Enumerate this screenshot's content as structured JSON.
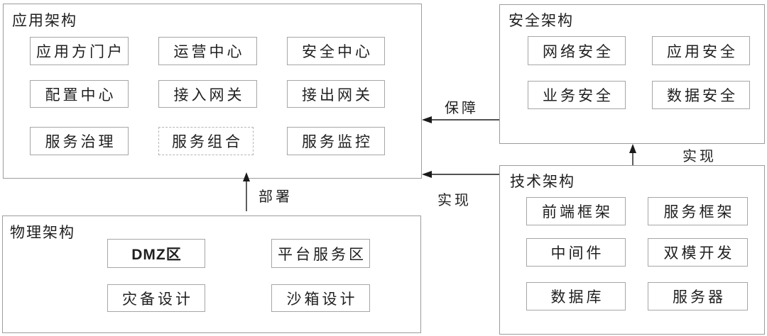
{
  "colors": {
    "background": "#ffffff",
    "panel_border": "#9c9c9c",
    "box_border": "#a6a6a6",
    "dashed_box_border": "#b5b5b5",
    "text": "#1f1f1f",
    "arrow": "#1a1a1a"
  },
  "groups": {
    "app": {
      "title": "应用架构",
      "items": [
        "应用方门户",
        "运营中心",
        "安全中心",
        "配置中心",
        "接入网关",
        "接出网关",
        "服务治理",
        "服务组合",
        "服务监控"
      ]
    },
    "security": {
      "title": "安全架构",
      "items": [
        "网络安全",
        "应用安全",
        "业务安全",
        "数据安全"
      ]
    },
    "tech": {
      "title": "技术架构",
      "items": [
        "前端框架",
        "服务框架",
        "中间件",
        "双模开发",
        "数据库",
        "服务器"
      ]
    },
    "physical": {
      "title": "物理架构",
      "items": [
        "DMZ区",
        "平台服务区",
        "灾备设计",
        "沙箱设计"
      ]
    }
  },
  "arrows": {
    "guarantee": {
      "label": "保障",
      "from": "security",
      "to": "app"
    },
    "realize_app": {
      "label": "实现",
      "from": "tech",
      "to": "app"
    },
    "realize_security": {
      "label": "实现",
      "from": "tech",
      "to": "security"
    },
    "deploy": {
      "label": "部署",
      "from": "physical",
      "to": "app"
    }
  }
}
